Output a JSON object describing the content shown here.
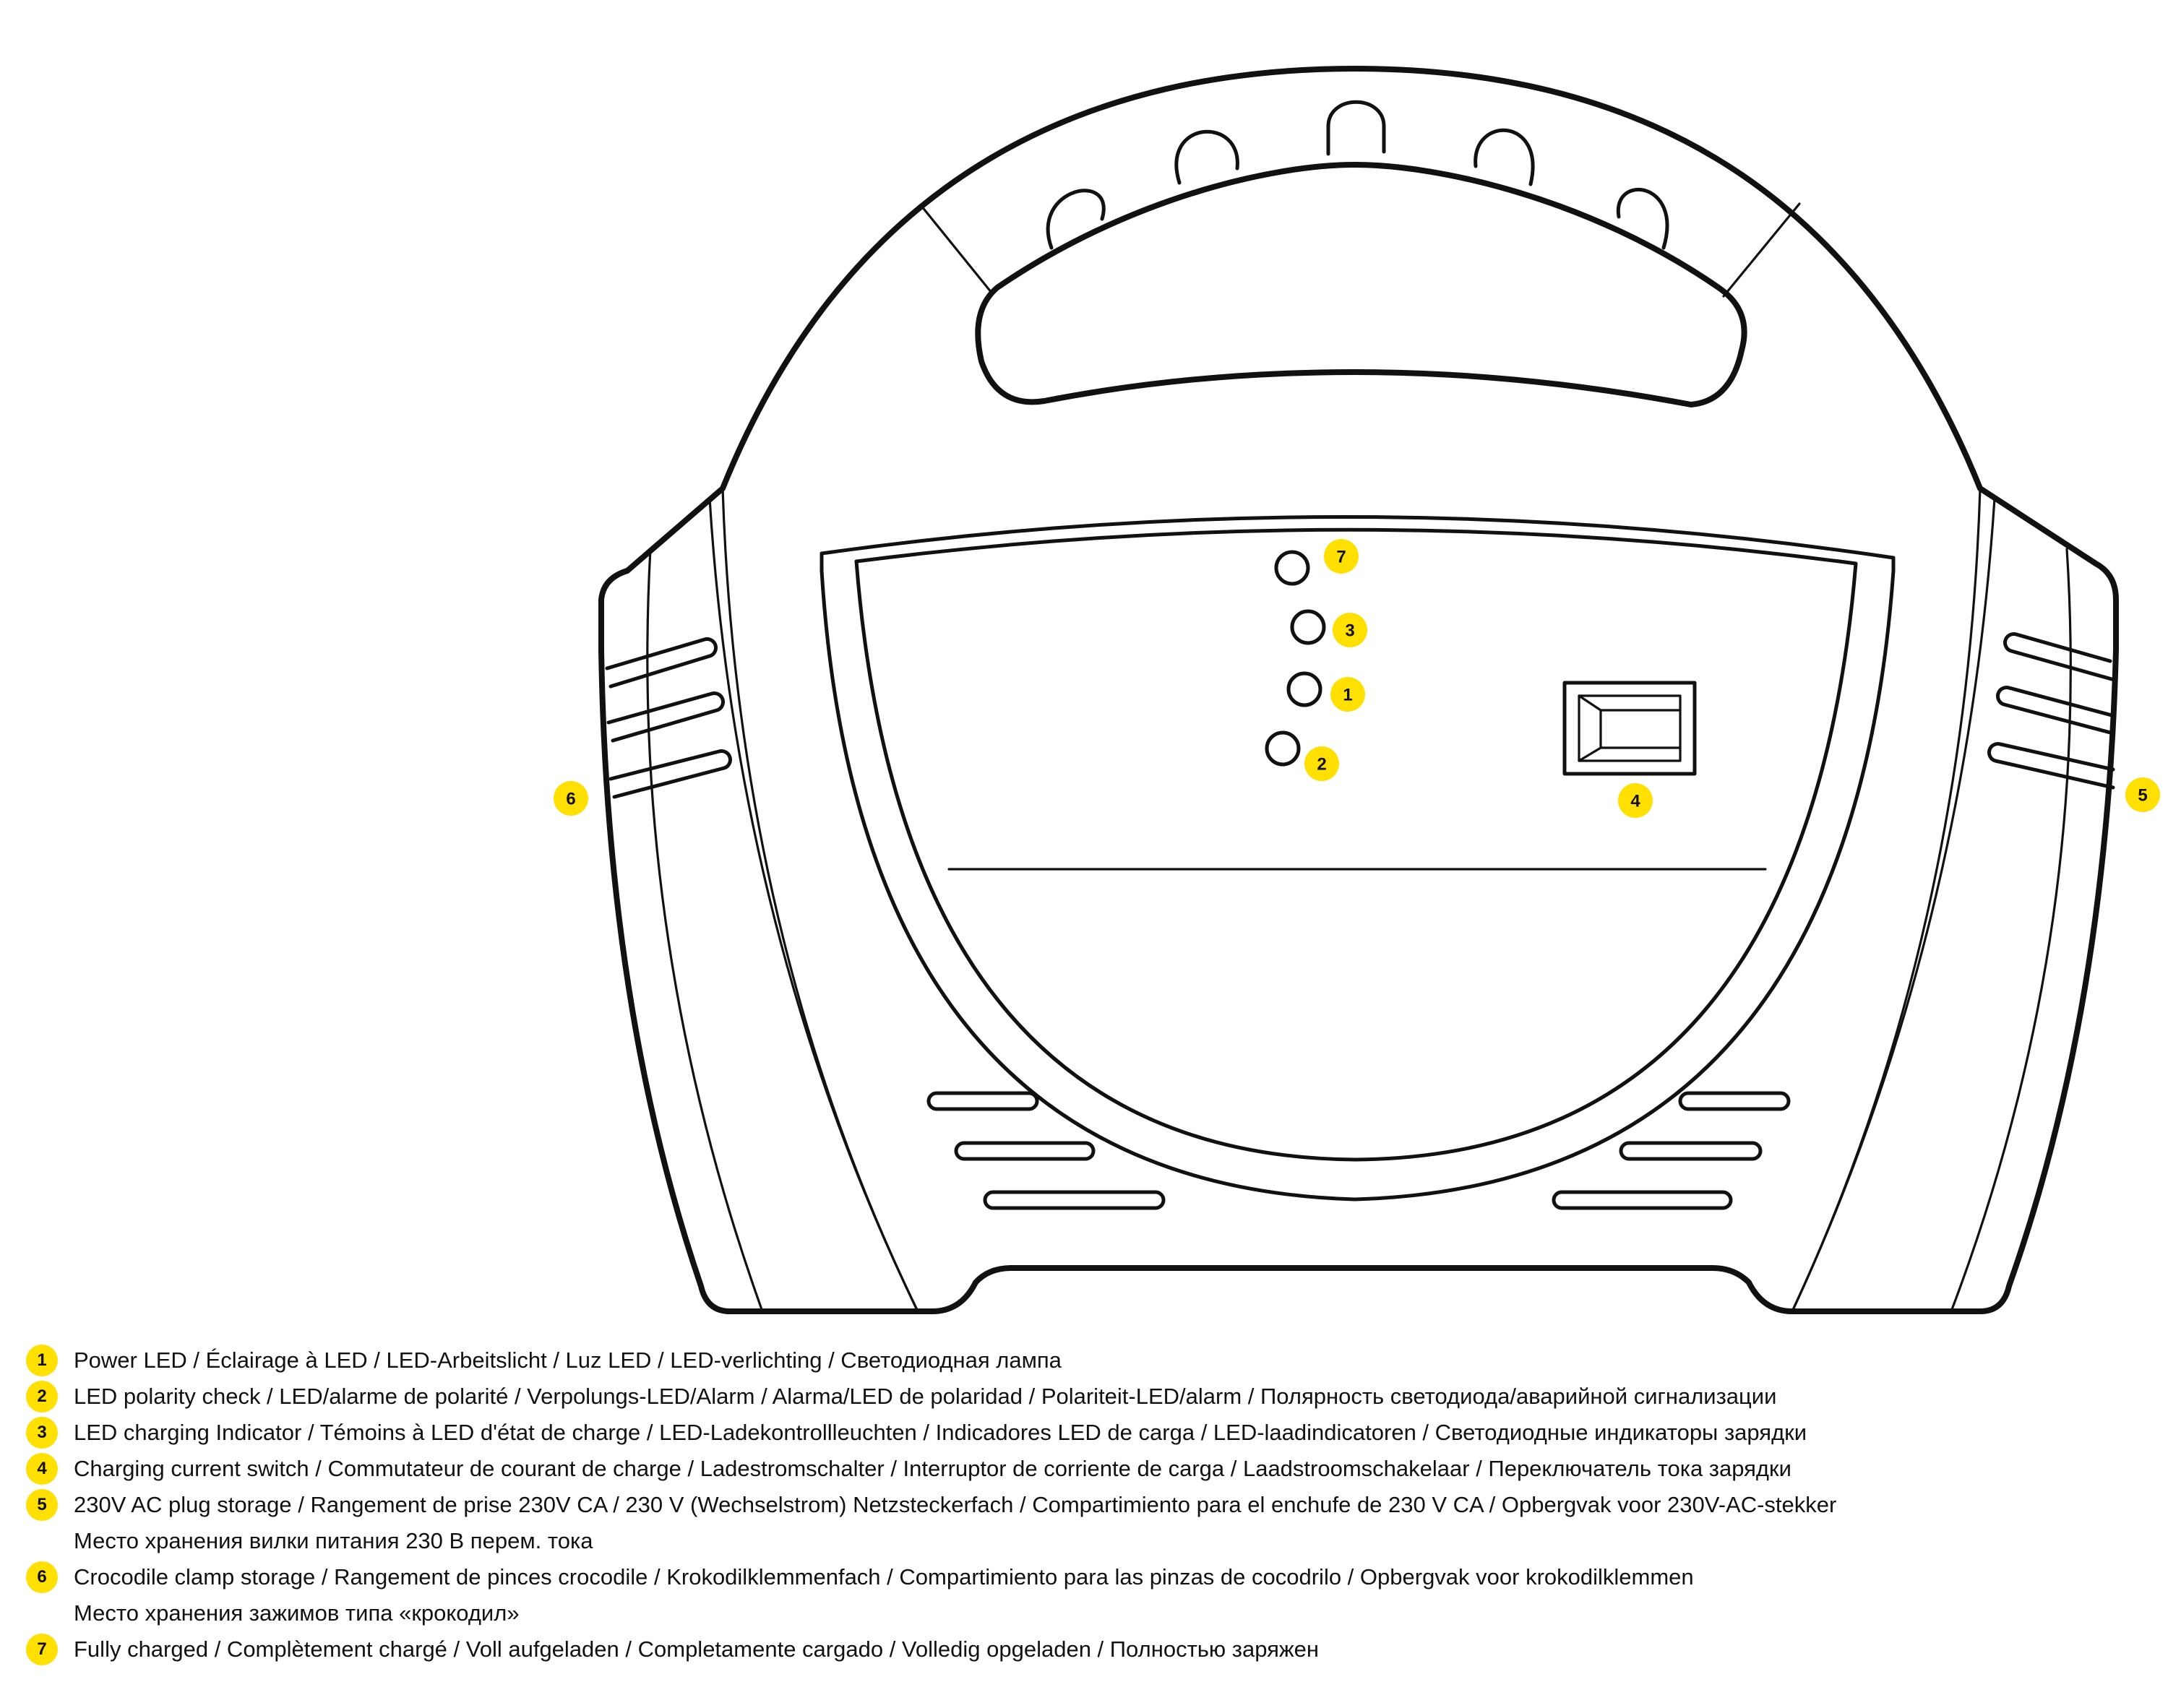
{
  "colors": {
    "badge": "#FFE000",
    "outline": "#111111",
    "background": "#FFFFFF"
  },
  "callouts": [
    "7",
    "3",
    "1",
    "2",
    "4",
    "6",
    "5"
  ],
  "legend": [
    {
      "num": "1",
      "lines": [
        "Power LED  / Éclairage à LED / LED-Arbeitslicht / Luz LED / LED-verlichting / Светодиодная лампа"
      ]
    },
    {
      "num": "2",
      "lines": [
        "LED polarity check /  LED/alarme de polarité / Verpolungs-LED/Alarm / Alarma/LED de polaridad / Polariteit-LED/alarm / Полярность светодиода/аварийной сигнализации"
      ]
    },
    {
      "num": "3",
      "lines": [
        "LED charging Indicator / Témoins à LED d'état de charge / LED-Ladekontrollleuchten / Indicadores LED de carga / LED-laadindicatoren / Светодиодные индикаторы зарядки"
      ]
    },
    {
      "num": "4",
      "lines": [
        "Charging current switch / Commutateur de courant de charge / Ladestromschalter / Interruptor de corriente de carga / Laadstroomschakelaar / Переключатель тока зарядки"
      ]
    },
    {
      "num": "5",
      "lines": [
        "230V AC plug storage / Rangement de prise 230V CA / 230 V (Wechselstrom) Netzsteckerfach / Compartimiento para el enchufe de 230 V CA / Opbergvak voor 230V-AC-stekker",
        "Место хранения вилки питания 230 В перем. тока"
      ]
    },
    {
      "num": "6",
      "lines": [
        "Crocodile clamp storage / Rangement de pinces crocodile / Krokodilklemmenfach / Compartimiento para las pinzas de cocodrilo / Opbergvak voor krokodilklemmen",
        "Место хранения зажимов типа «крокодил»"
      ]
    },
    {
      "num": "7",
      "lines": [
        "Fully charged / Complètement chargé / Voll aufgeladen / Completamente cargado / Volledig opgeladen / Полностью заряжен"
      ]
    }
  ]
}
